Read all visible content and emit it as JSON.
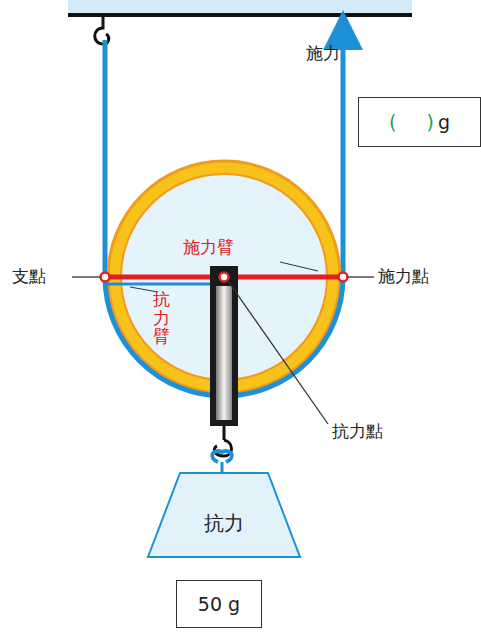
{
  "diagram": {
    "nodes": [
      {
        "text": [
          "(     )",
          "g"
        ]
      },
      {
        "text": [
          "抗力"
        ]
      },
      {
        "text": [
          "50 g"
        ]
      }
    ],
    "labels": [
      "施力",
      "施力臂",
      "支點",
      "施力點",
      "抗力臂",
      "抗力點"
    ]
  }
}
